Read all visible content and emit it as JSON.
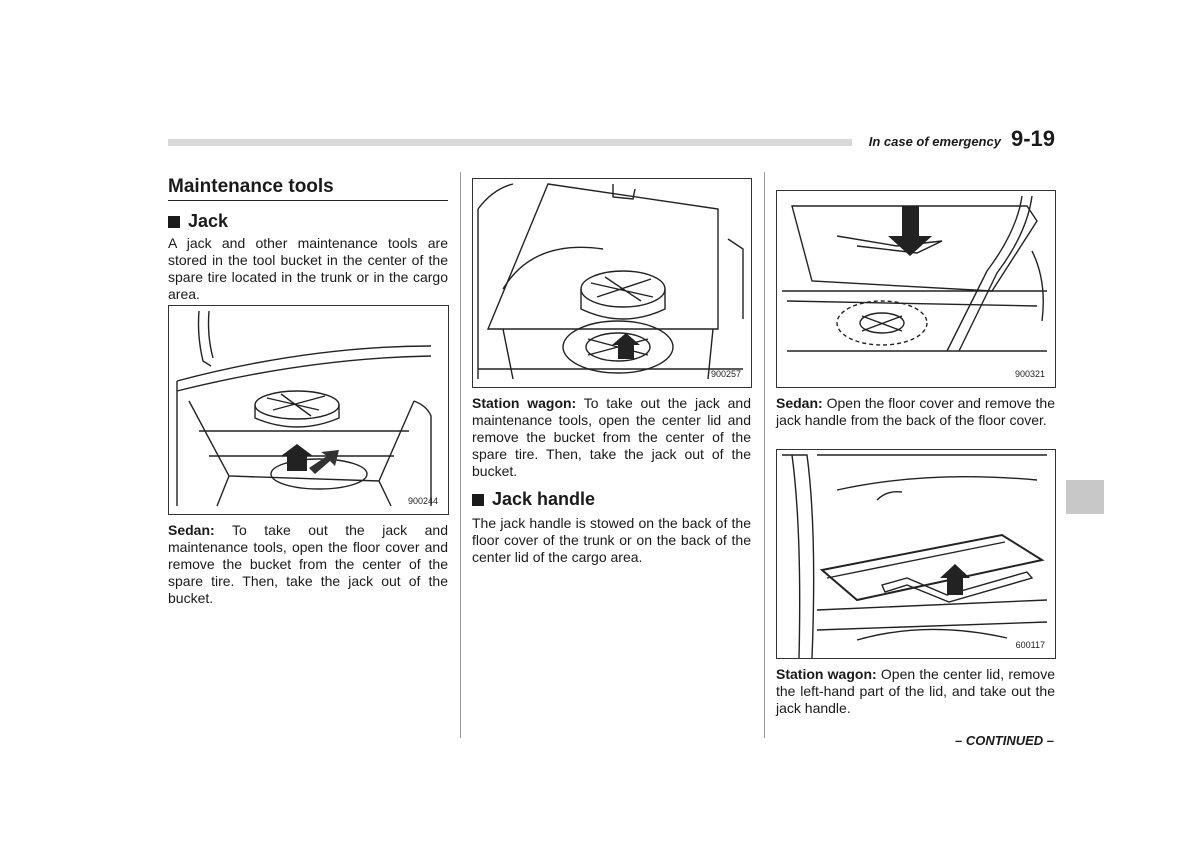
{
  "header": {
    "section": "In case of emergency",
    "page": "9-19"
  },
  "left": {
    "title": "Maintenance tools",
    "jack_heading": "Jack",
    "jack_body": "A jack and other maintenance tools are stored in the tool bucket in the center of the spare tire located in the trunk or in the cargo area.",
    "fig_code": "900244",
    "caption_lead": "Sedan:",
    "caption_body": " To take out the jack and maintenance tools, open the floor cover and remove the bucket from the center of the spare tire. Then, take the jack out of the bucket."
  },
  "middle": {
    "fig_code": "900257",
    "caption_lead": "Station wagon:",
    "caption_body": " To take out the jack and maintenance tools, open the center lid and remove the bucket from the center of the spare tire. Then, take the jack out of the bucket.",
    "handle_heading": "Jack handle",
    "handle_body": "The jack handle is stowed on the back of the floor cover of the trunk or on the back of the center lid of the cargo area."
  },
  "right": {
    "fig1_code": "900321",
    "caption1_lead": "Sedan:",
    "caption1_body": " Open the floor cover and remove the jack handle from the back of the floor cover.",
    "fig2_code": "600117",
    "caption2_lead": "Station wagon:",
    "caption2_body": " Open the center lid, remove the left-hand part of the lid, and take out the jack handle."
  },
  "footer": {
    "continued": "– CONTINUED –"
  }
}
